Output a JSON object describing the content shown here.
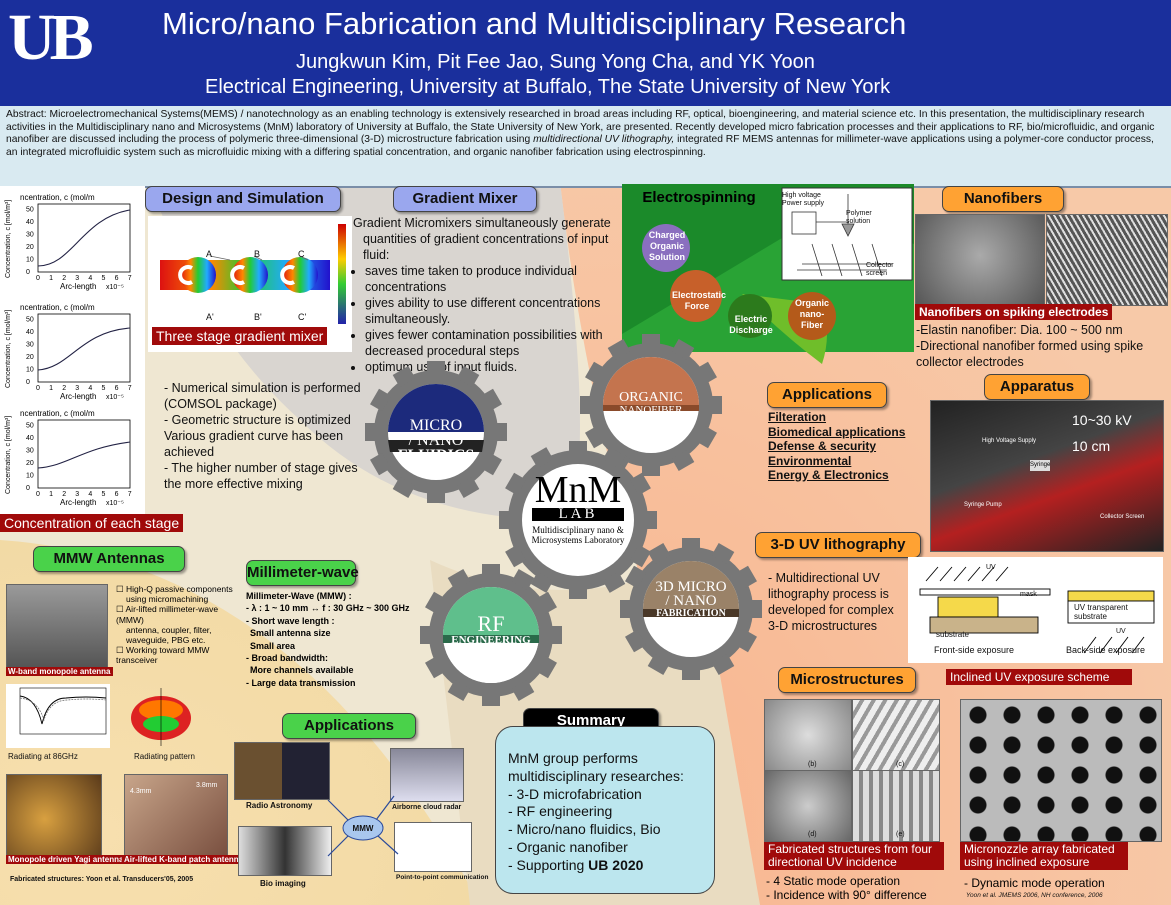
{
  "header": {
    "logo": "UB",
    "title": "Micro/nano Fabrication and Multidisciplinary Research",
    "authors": "Jungkwun Kim, Pit Fee Jao, Sung Yong Cha, and YK Yoon",
    "affiliation": "Electrical Engineering, University at Buffalo, The State University of New York"
  },
  "abstract": {
    "part1": "Abstract: Microelectromechanical Systems(MEMS) / nanotechnology as an enabling technology is extensively researched in broad areas including RF, optical, bioengineering, and material science etc. In this presentation, the multidisciplinary research activities in the Multidisciplinary nano and Microsystems (MnM)  laboratory of University at Buffalo, the State University of New York, are presented. Recently developed micro fabrication processes and their applications to RF, bio/microfluidic, and organic nanofiber are discussed including the process of polymeric three-dimensional (3-D) microstructure fabrication using ",
    "italic1": "multidirectional UV lithography,",
    "part2": " integrated RF MEMS antennas for millimeter-wave applications using a polymer-core conductor process, an integrated microfluidic system such as microfluidic mixing with a differing spatial concentration, and organic nanofiber fabrication using electrospinning."
  },
  "design": {
    "heading": "Design and Simulation",
    "plot_ylabel": "Concentration, c [mol/m³]",
    "plot_title": "ncentration, c (mol/m",
    "plot_xlabel": "Arc-length",
    "plot_xscale": "x10⁻⁵",
    "plot_ticks_y": [
      "0",
      "10",
      "20",
      "30",
      "40",
      "50"
    ],
    "plot_ticks_x": [
      "0",
      "1",
      "2",
      "3",
      "4",
      "5",
      "6",
      "7"
    ],
    "mixer_labels": {
      "a": "A",
      "b": "B",
      "c": "C",
      "a2": "A'",
      "b2": "B'",
      "c2": "C'"
    },
    "mixer_caption": "Three stage gradient mixer",
    "concentration_caption": "Concentration of each stage",
    "notes": [
      "- Numerical simulation is performed (COMSOL package)",
      "- Geometric structure is optimized",
      "  Various gradient curve has been achieved",
      "- The higher number of stage gives the more effective mixing"
    ]
  },
  "gradient": {
    "heading": "Gradient Mixer",
    "intro": "Gradient Micromixers simultaneously generate quantities of gradient concentrations of input fluid:",
    "bullets": [
      "saves time taken to produce individual concentrations",
      "gives ability to use different concentrations simultaneously.",
      "gives fewer contamination possibilities with decreased procedural steps",
      "optimum use of input fluids."
    ]
  },
  "electro": {
    "heading": "Electrospinning",
    "balls": [
      "Charged Organic Solution",
      "Electrostatic Force",
      "Electric Discharge",
      "Organic nano-Fiber"
    ],
    "diagram_labels": [
      "High voltage Power supply",
      "Polymer solution",
      "Collector screen"
    ]
  },
  "nanofibers": {
    "heading": "Nanofibers",
    "caption": "Nanofibers on spiking electrodes",
    "notes": [
      "-Elastin nanofiber: Dia. 100 ~ 500 nm",
      "-Directional nanofiber formed using spike collector electrodes"
    ]
  },
  "applications_top": {
    "heading": "Applications",
    "links": [
      "Filteration",
      "Biomedical applications",
      "Defense & security",
      "Environmental",
      "Energy & Electronics"
    ]
  },
  "apparatus": {
    "heading": "Apparatus",
    "voltage": "10~30 kV",
    "distance": "10 cm",
    "labels": [
      "High Voltage Supply",
      "Syringe",
      "Syringe Pump",
      "Collector Screen"
    ]
  },
  "gears": {
    "micro": [
      "MICRO",
      "/ NANO",
      "FLUIDICS"
    ],
    "organic": [
      "ORGANIC",
      "NANOFIBER"
    ],
    "center": [
      "MnM",
      "LAB",
      "Multidisciplinary nano &",
      "Microsystems Laboratory"
    ],
    "rf": [
      "RF",
      "ENGINEERING"
    ],
    "threed": [
      "3D MICRO",
      "/ NANO",
      "FABRICATION"
    ]
  },
  "uv": {
    "heading": "3-D UV lithography",
    "notes": "- Multidirectional UV lithography process is developed for complex 3-D microstructures",
    "diagram_labels": [
      "UV",
      "mask",
      "substrate",
      "Front-side exposure",
      "UV transparent substrate",
      "UV",
      "Back-side exposure"
    ],
    "caption": "Inclined UV exposure scheme"
  },
  "micro": {
    "heading": "Microstructures",
    "sublabels": [
      "(b)",
      "(c)",
      "(d)",
      "(e)"
    ],
    "caption_left": "Fabricated structures from four directional UV incidence",
    "caption_right": "Micronozzle array fabricated using inclined exposure",
    "notes_left": [
      "- 4 Static mode operation",
      "- Incidence with 90° difference"
    ],
    "notes_right": "- Dynamic mode operation",
    "citation": "Yoon et al. JMEMS 2006, NH conference, 2006"
  },
  "mmw": {
    "heading": "MMW Antennas",
    "checklist": [
      "High-Q passive components",
      "using micromachining",
      "Air-lifted millimeter-wave (MMW)",
      "antenna, coupler, filter, waveguide, PBG etc.",
      "Working toward MMW transceiver"
    ],
    "captions": [
      "W-band monopole antenna",
      "Radiating at 86GHz",
      "Radiating pattern",
      "Monopole driven Yagi antenna",
      "Air-lifted K-band patch antenna"
    ],
    "dimension_labels": [
      "4.3mm",
      "3.8mm"
    ],
    "citation": "Fabricated structures: Yoon et al. Transducers'05, 2005"
  },
  "mw": {
    "heading": "Millimeter-wave",
    "lines": [
      "Millimeter-Wave (MMW) :",
      "- λ : 1 ~ 10 mm ↔ f : 30 GHz ~ 300 GHz",
      "- Short wave length :",
      "  Small antenna size",
      "  Small area",
      "- Broad bandwidth:",
      "  More channels available",
      "- Large data transmission"
    ]
  },
  "applications_bottom": {
    "heading": "Applications",
    "center": "MMW",
    "items": [
      "Radio Astronomy",
      "Airborne cloud radar",
      "Bio imaging",
      "Point-to-point communication"
    ]
  },
  "summary": {
    "heading": "Summary",
    "intro": "MnM group performs multidisciplinary researches:",
    "items": [
      "- 3-D microfabrication",
      "- RF engineering",
      "- Micro/nano fluidics, Bio",
      "- Organic nanofiber"
    ],
    "last_prefix": "- Supporting ",
    "last_bold": "UB 2020"
  },
  "colors": {
    "header": "#1a2f9c",
    "caption_red": "#a00a0a",
    "pill_blue": "#9aa7ee",
    "pill_green": "#4ad24a",
    "pill_orange": "#ffa233"
  }
}
